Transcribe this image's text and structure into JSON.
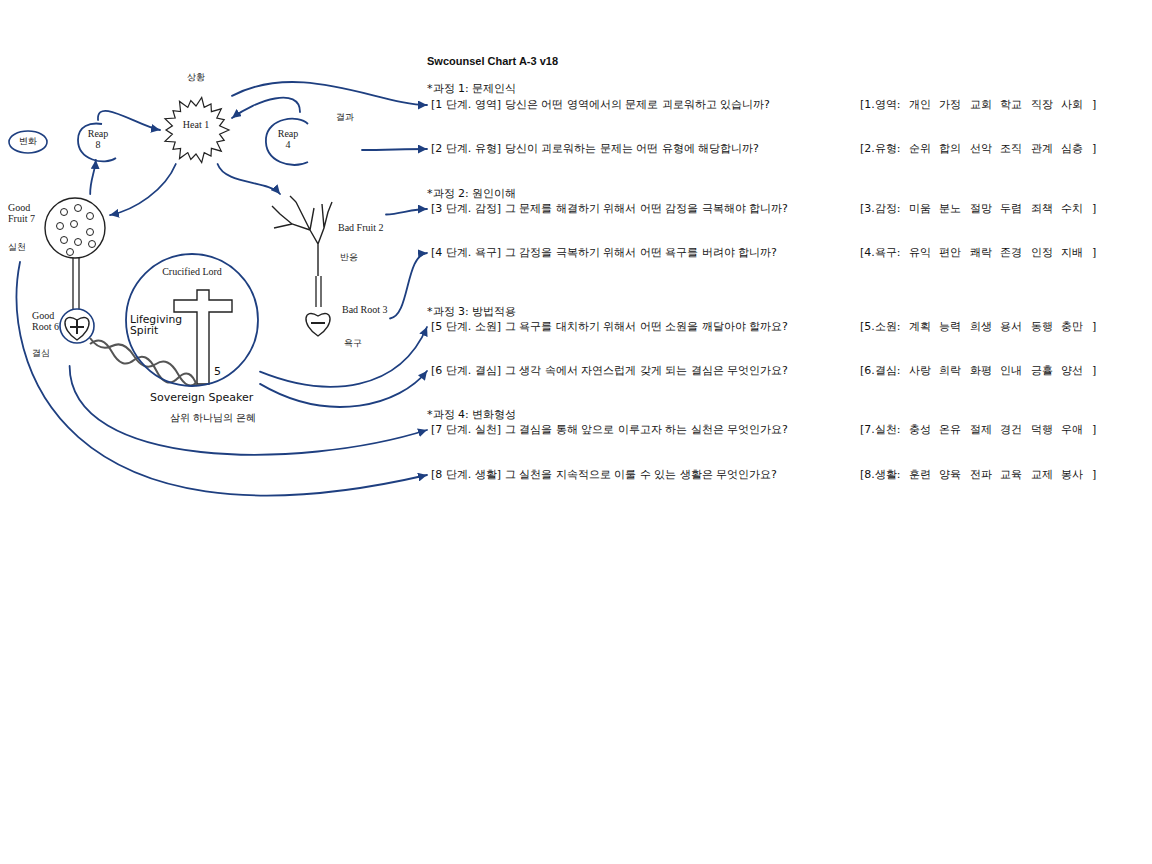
{
  "diagram": {
    "title": "Swcounsel Chart A-3 v18",
    "nodes": [
      {
        "text": [
          "상황",
          "Heat 1"
        ]
      },
      {
        "text": [
          "Reap 8"
        ]
      },
      {
        "text": [
          "변화"
        ]
      },
      {
        "text": [
          "결과",
          "Reap 4"
        ]
      },
      {
        "text": [
          "Good Fruit 7",
          "실천"
        ]
      },
      {
        "text": [
          "Good Root 6",
          "결심"
        ]
      },
      {
        "text": [
          "Bad Fruit 2",
          "반응"
        ]
      },
      {
        "text": [
          "Bad Root 3",
          "욕구"
        ]
      },
      {
        "text": [
          "Crucified Lord"
        ]
      },
      {
        "text": [
          "[1 단계. 영역] 당신은 어떤 영역에서의 문제로 괴로워하고 있습니까?"
        ]
      },
      {
        "text": [
          "[2 단계. 유형] 당신이 괴로워하는 문제는 어떤 유형에 해당합니까?"
        ]
      },
      {
        "text": [
          "[3 단계. 감정] 그 문제를 해결하기 위해서 어떤 감정을 극복해야 합니까?"
        ]
      },
      {
        "text": [
          "[4 단계. 욕구] 그 감정을 극복하기 위해서 어떤 욕구를 버려야 합니까?"
        ]
      },
      {
        "text": [
          "[5 단계. 소원] 그 욕구를 대치하기 위해서 어떤 소원을 깨달아야 할까요?"
        ]
      },
      {
        "text": [
          "[6 단계. 결심] 그 생각 속에서 자연스럽게 갖게 되는 결심은 무엇인가요?"
        ]
      },
      {
        "text": [
          "[7 단계. 실천] 그 결심을 통해 앞으로 이루고자 하는 실천은 무엇인가요?"
        ]
      },
      {
        "text": [
          "[8 단계. 생활] 그 실천을 지속적으로 이룰 수 있는 생활은 무엇인가요?"
        ]
      }
    ],
    "edges": [
      {
        "from": 4,
        "to": 1,
        "arrow": "to"
      },
      {
        "from": 1,
        "to": 0,
        "arrow": "to"
      },
      {
        "from": 3,
        "to": 0,
        "arrow": "to"
      },
      {
        "from": 0,
        "to": 6,
        "arrow": "to"
      },
      {
        "from": 0,
        "to": 4,
        "arrow": "to"
      },
      {
        "from": 0,
        "to": 9,
        "arrow": "to"
      },
      {
        "from": 3,
        "to": 10,
        "arrow": "to"
      },
      {
        "from": 6,
        "to": 11,
        "arrow": "to"
      },
      {
        "from": 7,
        "to": 12,
        "arrow": "to"
      },
      {
        "from": 8,
        "to": 13,
        "arrow": "to"
      },
      {
        "from": 8,
        "to": 14,
        "arrow": "to"
      },
      {
        "from": 5,
        "to": 15,
        "arrow": "to"
      },
      {
        "from": 4,
        "to": 16,
        "arrow": "to"
      }
    ],
    "labels": [
      "*과정 1: 문제인식",
      "*과정 2: 원인이해",
      "*과정 3: 방법적용",
      "*과정 4: 변화형성",
      "[1.영역: 개인 가정 교회 학교 직장 사회 ]",
      "[2.유형: 순위 합의 선악 조직 관계 심층 ]",
      "[3.감정: 미움 분노 절망 두렴 죄책 수치 ]",
      "[4.욕구: 유익 편안 쾌락 존경 인정 지배 ]",
      "[5.소원: 계획 능력 희생 용서 동행 충만 ]",
      "[6.결심: 사랑 희락 화평 인내 긍휼 양선 ]",
      "[7.실천: 충성 온유 절제 경건 덕행 우애 ]",
      "[8.생활: 훈련 양육 전파 교육 교제 봉사 ]",
      "Lifegiving Spirit",
      "5",
      "Sovereign Speaker",
      "삼위 하나님의 은혜"
    ]
  }
}
